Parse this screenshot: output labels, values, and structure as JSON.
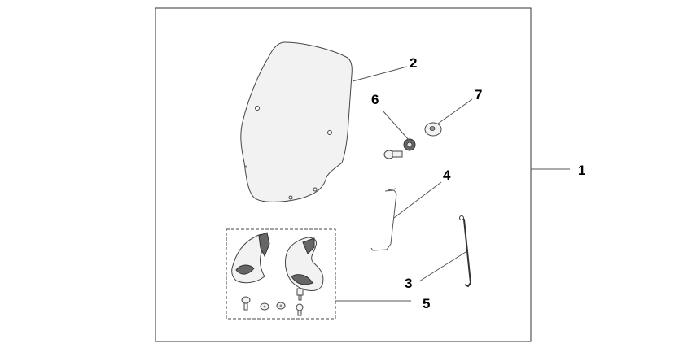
{
  "callouts": {
    "c1": "1",
    "c2": "2",
    "c3": "3",
    "c4": "4",
    "c5": "5",
    "c6": "6",
    "c7": "7"
  },
  "parts": {
    "p1": "outer-kit-frame",
    "p2": "windscreen",
    "p3": "stay-rod",
    "p4": "mounting-bracket",
    "p5": "hand-guard-set",
    "p6": "screw-and-collar",
    "p7": "washer"
  },
  "colors": {
    "line": "#444444",
    "fill": "#f2f2f2",
    "background": "#ffffff"
  }
}
